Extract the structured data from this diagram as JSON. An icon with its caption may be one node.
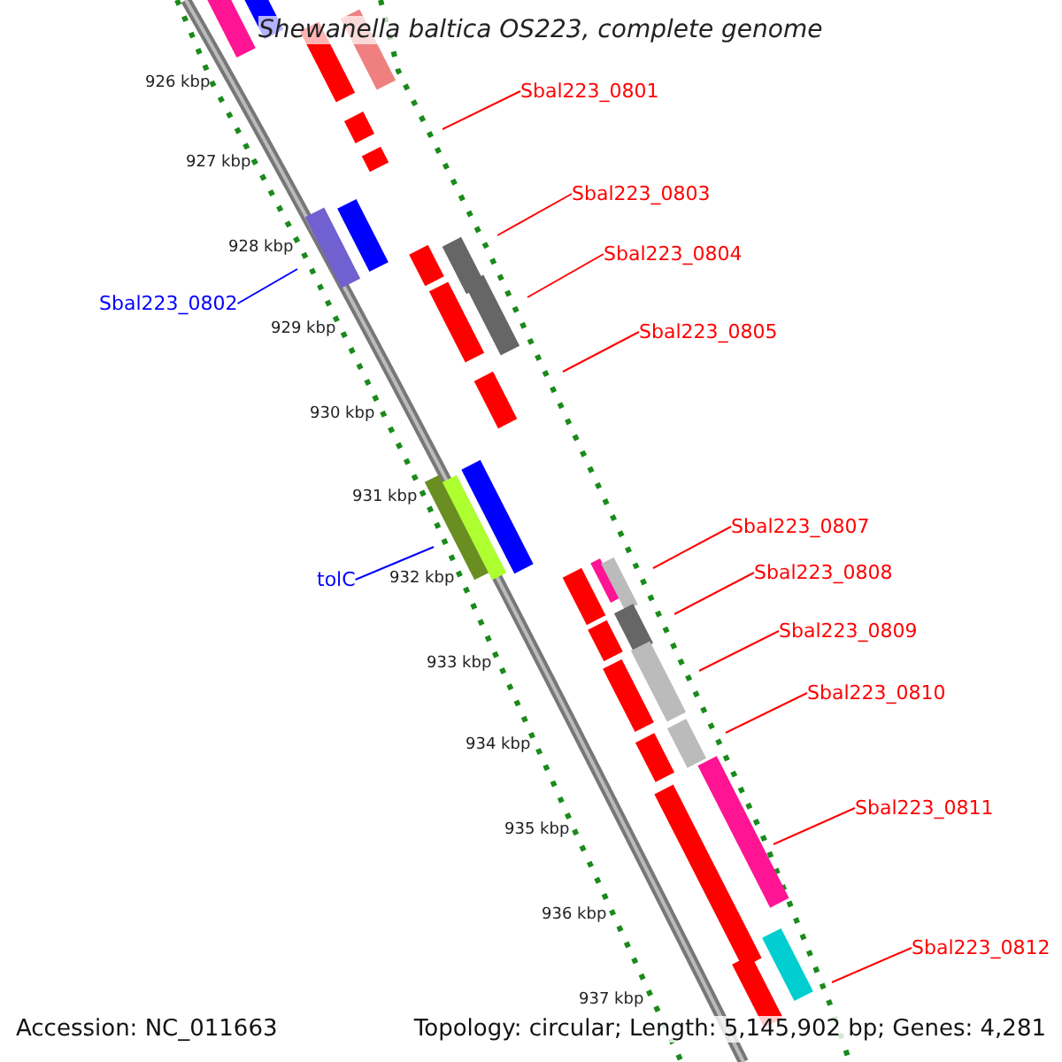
{
  "diagram": {
    "title": "Shewanella baltica OS223, complete genome",
    "nodes": [
      {
        "text": [
          "Sbal223_0801"
        ]
      },
      {
        "text": [
          "Sbal223_0803"
        ]
      },
      {
        "text": [
          "Sbal223_0804"
        ]
      },
      {
        "text": [
          "Sbal223_0802"
        ]
      },
      {
        "text": [
          "Sbal223_0805"
        ]
      },
      {
        "text": [
          "Sbal223_0807"
        ]
      },
      {
        "text": [
          "Sbal223_0808"
        ]
      },
      {
        "text": [
          "tolC"
        ]
      },
      {
        "text": [
          "Sbal223_0809"
        ]
      },
      {
        "text": [
          "Sbal223_0810"
        ]
      },
      {
        "text": [
          "Sbal223_0811"
        ]
      },
      {
        "text": [
          "Sbal223_0812"
        ]
      }
    ],
    "edges": [
      {
        "from": 0,
        "to": null,
        "arrow": "none"
      },
      {
        "from": 1,
        "to": null,
        "arrow": "none"
      },
      {
        "from": 2,
        "to": null,
        "arrow": "none"
      },
      {
        "from": 3,
        "to": null,
        "arrow": "none",
        "color": "#0000ff"
      },
      {
        "from": 4,
        "to": null,
        "arrow": "none"
      },
      {
        "from": 5,
        "to": null,
        "arrow": "none"
      },
      {
        "from": 6,
        "to": null,
        "arrow": "none"
      },
      {
        "from": 7,
        "to": null,
        "arrow": "none",
        "color": "#0000ff"
      },
      {
        "from": 8,
        "to": null,
        "arrow": "none"
      },
      {
        "from": 9,
        "to": null,
        "arrow": "none"
      },
      {
        "from": 10,
        "to": null,
        "arrow": "none"
      },
      {
        "from": 11,
        "to": null,
        "arrow": "none"
      }
    ],
    "labels": [
      "926 kbp",
      "927 kbp",
      "928 kbp",
      "929 kbp",
      "930 kbp",
      "931 kbp",
      "932 kbp",
      "933 kbp",
      "934 kbp",
      "935 kbp",
      "936 kbp",
      "937 kbp",
      "Accession: NC_011663",
      "Topology: circular; Length: 5,145,902 bp; Genes: 4,281"
    ]
  }
}
